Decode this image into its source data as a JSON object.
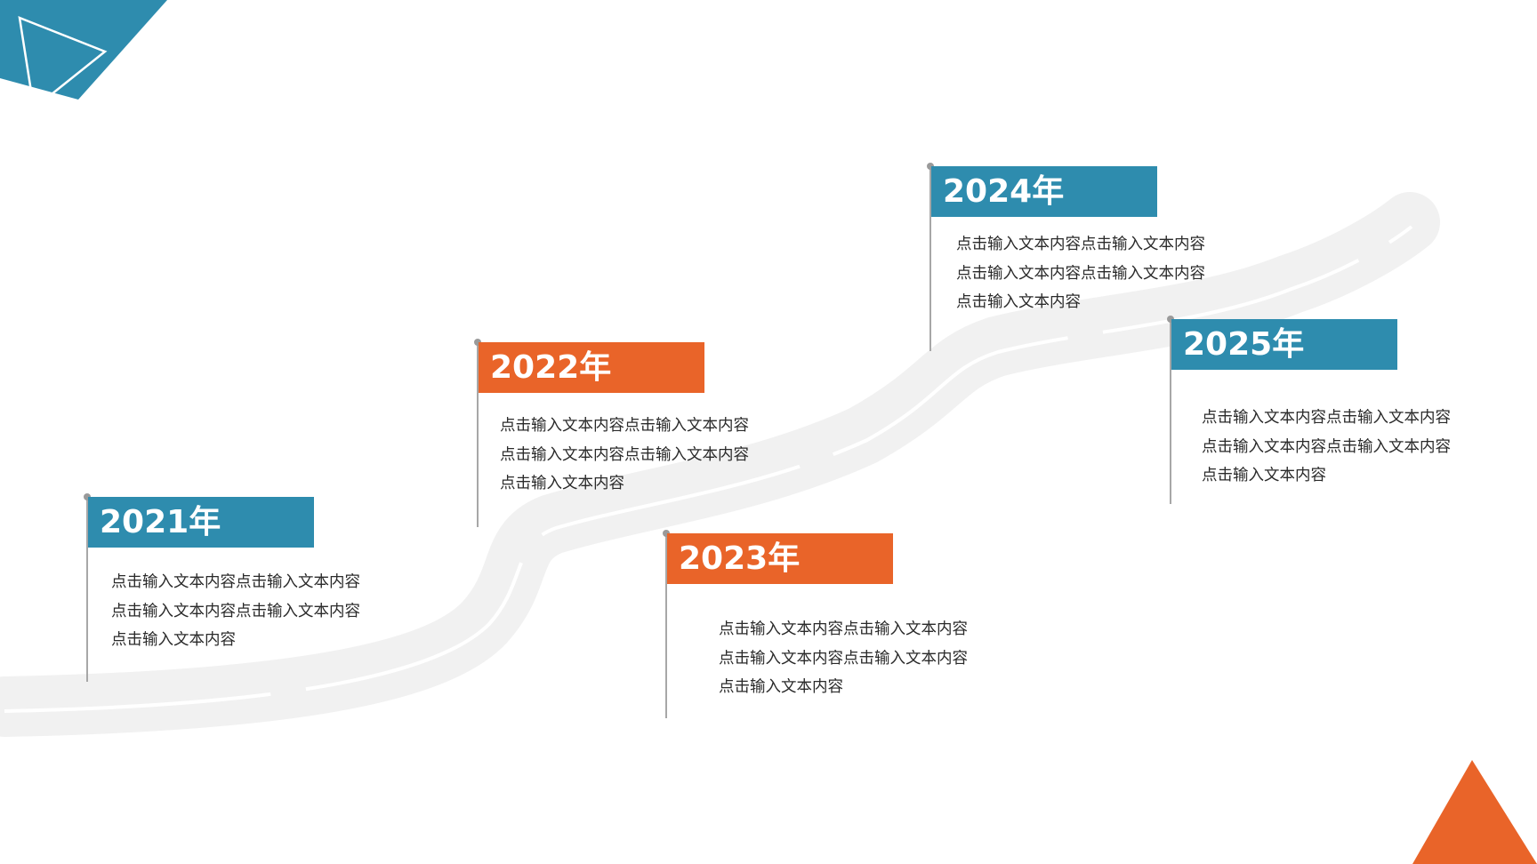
{
  "colors": {
    "blue": "#2e8cae",
    "orange": "#e96429",
    "road": "#f1f1f1",
    "text": "#2a2a2a",
    "pole": "#a7a7a7"
  },
  "milestones": [
    {
      "year": "2021年",
      "color": "blue",
      "text": "点击输入文本内容点击输入文本内容点击输入文本内容点击输入文本内容点击输入文本内容"
    },
    {
      "year": "2022年",
      "color": "orange",
      "text": "点击输入文本内容点击输入文本内容点击输入文本内容点击输入文本内容点击输入文本内容"
    },
    {
      "year": "2023年",
      "color": "orange",
      "text": "点击输入文本内容点击输入文本内容点击输入文本内容点击输入文本内容点击输入文本内容"
    },
    {
      "year": "2024年",
      "color": "blue",
      "text": "点击输入文本内容点击输入文本内容点击输入文本内容点击输入文本内容点击输入文本内容"
    },
    {
      "year": "2025年",
      "color": "blue",
      "text": "点击输入文本内容点击输入文本内容点击输入文本内容点击输入文本内容点击输入文本内容"
    }
  ]
}
